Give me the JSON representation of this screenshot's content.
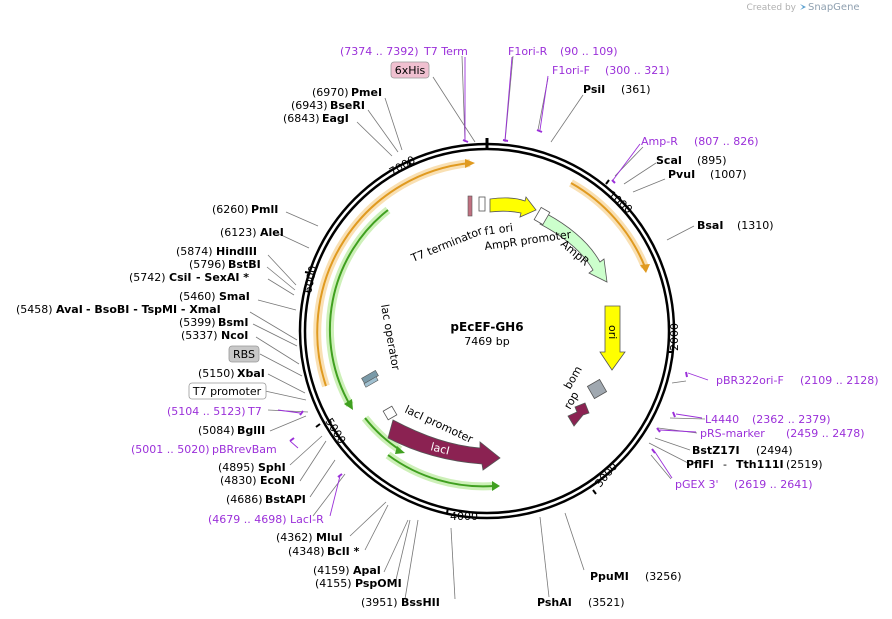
{
  "brand": {
    "created_by": "Created by",
    "name": "SnapGene"
  },
  "plasmid": {
    "name": "pEcEF-GH6",
    "length": "7469 bp"
  },
  "ring_ticks": [
    "1000",
    "2000",
    "3000",
    "4000",
    "5000",
    "6000",
    "7000"
  ],
  "inner_features": {
    "t7_terminator": "T7 terminator",
    "f1_ori": "f1 ori",
    "ampr_promoter": "AmpR promoter",
    "ampr": "AmpR",
    "ori": "ori",
    "bom": "bom",
    "rop": "rop",
    "lac_operator": "lac operator",
    "laci_promoter": "lacI promoter",
    "laci": "lacI"
  },
  "boxed_labels": {
    "his": "6xHis",
    "rbs": "RBS",
    "t7_promoter": "T7 promoter"
  },
  "primers": [
    {
      "pos": "(7374 .. 7392)",
      "name": "T7 Term"
    },
    {
      "name": "F1ori-R",
      "pos": "(90 .. 109)"
    },
    {
      "name": "F1ori-F",
      "pos": "(300 .. 321)"
    },
    {
      "name": "Amp-R",
      "pos": "(807 .. 826)"
    },
    {
      "name": "pBR322ori-F",
      "pos": "(2109 .. 2128)"
    },
    {
      "name": "L4440",
      "pos": "(2362 .. 2379)"
    },
    {
      "name": "pRS-marker",
      "pos": "(2459 .. 2478)"
    },
    {
      "name": "pGEX 3'",
      "pos": "(2619 .. 2641)"
    },
    {
      "pos": "(4679 .. 4698)",
      "name": "LacI-R"
    },
    {
      "pos": "(5001 .. 5020)",
      "name": "pBRrevBam"
    },
    {
      "pos": "(5104 .. 5123)",
      "name": "T7"
    }
  ],
  "sites_right": [
    {
      "name": "PsiI",
      "pos": "(361)"
    },
    {
      "name": "ScaI",
      "pos": "(895)"
    },
    {
      "name": "PvuI",
      "pos": "(1007)"
    },
    {
      "name": "BsaI",
      "pos": "(1310)"
    },
    {
      "name": "BstZ17I",
      "pos": "(2494)"
    },
    {
      "name": "PflFI",
      "sep": " - ",
      "name2": "Tth111I",
      "pos": "(2519)"
    },
    {
      "name": "PpuMI",
      "pos": "(3256)"
    },
    {
      "name": "PshAI",
      "pos": "(3521)"
    }
  ],
  "sites_left": [
    {
      "pos": "(6970)",
      "name": "PmeI"
    },
    {
      "pos": "(6943)",
      "name": "BseRI"
    },
    {
      "pos": "(6843)",
      "name": "EagI"
    },
    {
      "pos": "(6260)",
      "name": "PmlI"
    },
    {
      "pos": "(6123)",
      "name": "AleI"
    },
    {
      "pos": "(5874)",
      "name": "HindIII"
    },
    {
      "pos": "(5796)",
      "name": "BstBI"
    },
    {
      "pos": "(5742)",
      "name": "CsiI",
      "extra": " - SexAI *"
    },
    {
      "pos": "(5460)",
      "name": "SmaI"
    },
    {
      "pos": "(5458)",
      "name": "AvaI",
      "extra": " - BsoBI - TspMI - XmaI"
    },
    {
      "pos": "(5399)",
      "name": "BsmI"
    },
    {
      "pos": "(5337)",
      "name": "NcoI"
    },
    {
      "pos": "(5150)",
      "name": "XbaI"
    },
    {
      "pos": "(5084)",
      "name": "BglII"
    },
    {
      "pos": "(4895)",
      "name": "SphI"
    },
    {
      "pos": "(4830)",
      "name": "EcoNI"
    },
    {
      "pos": "(4686)",
      "name": "BstAPI"
    },
    {
      "pos": "(4362)",
      "name": "MluI"
    },
    {
      "pos": "(4348)",
      "name": "BclI *"
    },
    {
      "pos": "(4159)",
      "name": "ApaI"
    },
    {
      "pos": "(4155)",
      "name": "PspOMI"
    },
    {
      "pos": "(3951)",
      "name": "BssHII"
    }
  ],
  "colors": {
    "primer": "#9b30d9",
    "orange_feature": "#f0a030",
    "green_feature": "#40a020",
    "ampr_fill": "#ccffcc",
    "ori_fill": "#ffff00",
    "laci_fill": "#8b2252"
  }
}
